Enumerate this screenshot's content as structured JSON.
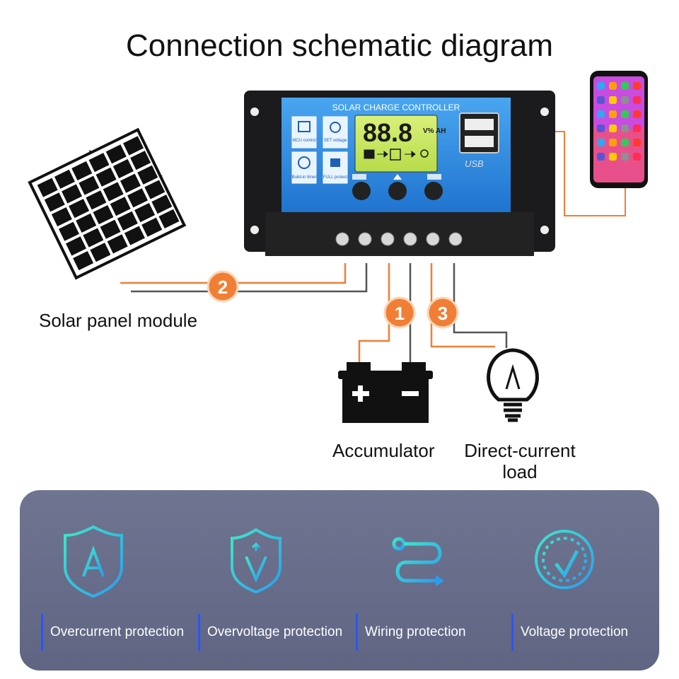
{
  "title": "Connection schematic diagram",
  "controller": {
    "label": "SOLAR CHARGE CONTROLLER",
    "lcd_digits": "88.8",
    "lcd_units": "V% AH",
    "usb_label": "USB",
    "buttons_labels": [
      "MCU control",
      "SET voltage",
      "Build-in timer",
      "FULL protect"
    ]
  },
  "connections": [
    {
      "number": "1",
      "target": "Accumulator"
    },
    {
      "number": "2",
      "target": "Solar panel module"
    },
    {
      "number": "3",
      "target": "Direct-current load"
    }
  ],
  "labels": {
    "solar": "Solar panel module",
    "accumulator": "Accumulator",
    "load_line1": "Direct-current",
    "load_line2": "load"
  },
  "features": [
    {
      "label": "Overcurrent protection",
      "icon": "shield-a-icon"
    },
    {
      "label": "Overvoltage protection",
      "icon": "shield-v-icon"
    },
    {
      "label": "Wiring protection",
      "icon": "wiring-icon"
    },
    {
      "label": "Voltage protection",
      "icon": "gauge-icon"
    }
  ],
  "colors": {
    "wire_orange": "#f07f35",
    "controller_blue": "#2f8fe0",
    "panel_bg": "#646a88",
    "feature_icon": "#2fd4c8",
    "feature_bar": "#2a55ff"
  }
}
